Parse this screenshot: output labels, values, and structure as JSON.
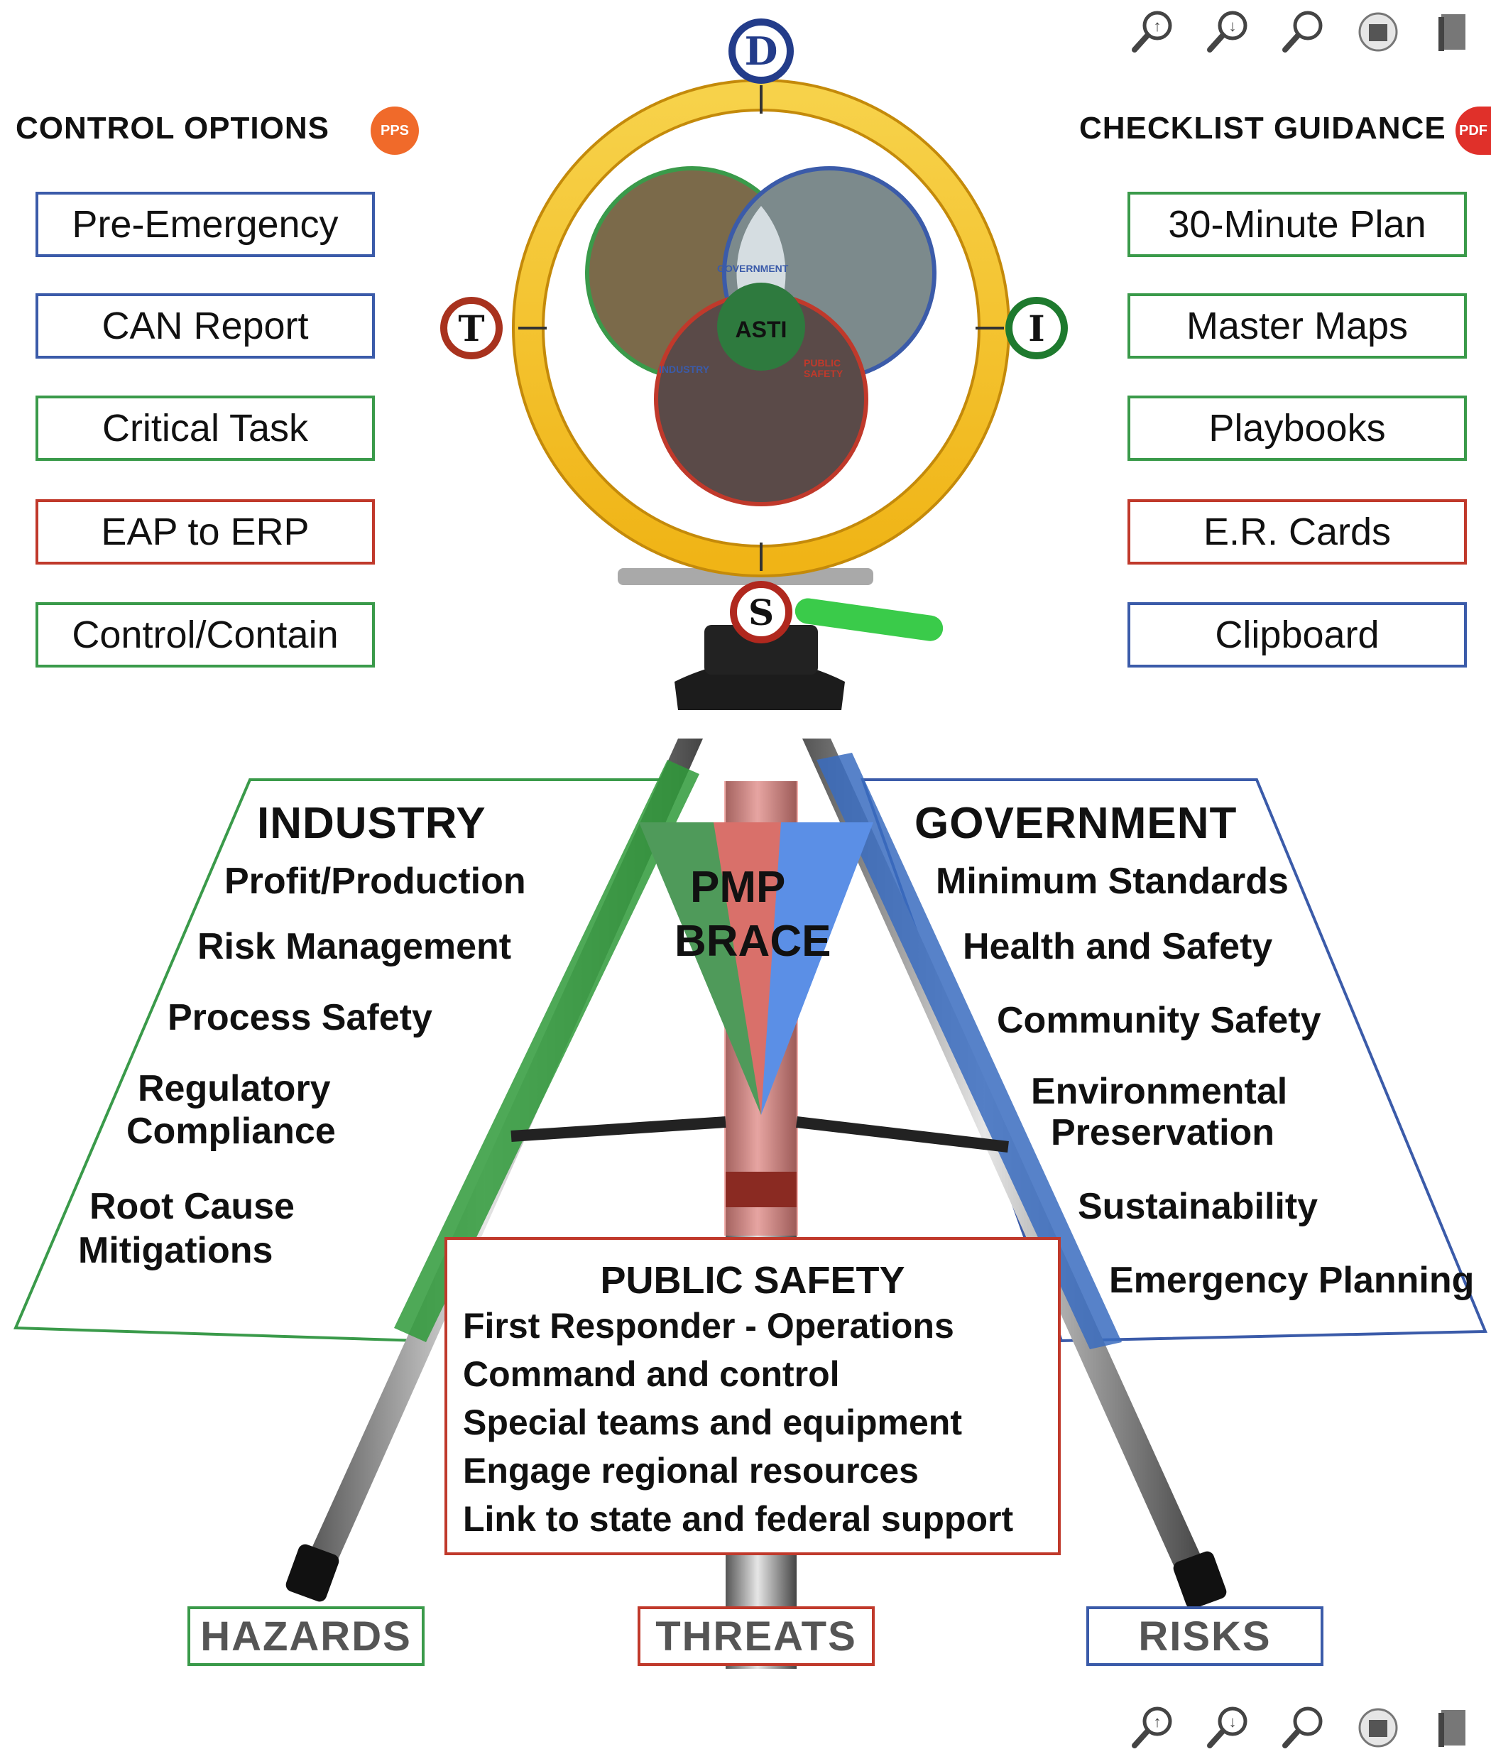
{
  "left_panel": {
    "heading": "CONTROL OPTIONS",
    "badge": "PPS",
    "items": [
      {
        "label": "Pre-Emergency",
        "color": "blue"
      },
      {
        "label": "CAN Report",
        "color": "blue"
      },
      {
        "label": "Critical Task",
        "color": "green"
      },
      {
        "label": "EAP to ERP",
        "color": "red"
      },
      {
        "label": "Control/Contain",
        "color": "green"
      }
    ]
  },
  "right_panel": {
    "heading": "CHECKLIST GUIDANCE",
    "badge": "PDF",
    "items": [
      {
        "label": "30-Minute Plan",
        "color": "green"
      },
      {
        "label": "Master Maps",
        "color": "green"
      },
      {
        "label": "Playbooks",
        "color": "green"
      },
      {
        "label": "E.R. Cards",
        "color": "red"
      },
      {
        "label": "Clipboard",
        "color": "blue"
      }
    ]
  },
  "compass": {
    "top": "D",
    "left": "T",
    "right": "I",
    "bottom": "S",
    "venn_labels": [
      "GOVERNMENT",
      "INDUSTRY",
      "PUBLIC SAFETY"
    ],
    "center_logo": "ASTI"
  },
  "industry": {
    "title": "INDUSTRY",
    "items": [
      "Profit/Production",
      "Risk Management",
      "Process Safety",
      "Regulatory",
      "Compliance",
      "Root Cause",
      "Mitigations"
    ]
  },
  "government": {
    "title": "GOVERNMENT",
    "items": [
      "Minimum Standards",
      "Health and Safety",
      "Community Safety",
      "Environmental",
      "Preservation",
      "Sustainability",
      "Emergency Planning"
    ]
  },
  "center_wedge": {
    "line1": "PMP",
    "line2": "BRACE"
  },
  "public_safety": {
    "title": "PUBLIC SAFETY",
    "lines": [
      "First Responder - Operations",
      "Command and control",
      "Special teams and equipment",
      "Engage regional resources",
      "Link to state and federal support"
    ]
  },
  "footer": {
    "hazards": "HAZARDS",
    "threats": "THREATS",
    "risks": "RISKS"
  },
  "toolbar_icons": [
    "zoom-in-icon",
    "zoom-out-icon",
    "magnifier-icon",
    "print-icon",
    "book-icon"
  ],
  "colors": {
    "green": "#3a9a4a",
    "blue": "#3b5ba9",
    "red": "#c0392b",
    "gold": "#f5c21a",
    "pps_badge": "#f06a2a",
    "pdf_badge": "#e0302a"
  }
}
